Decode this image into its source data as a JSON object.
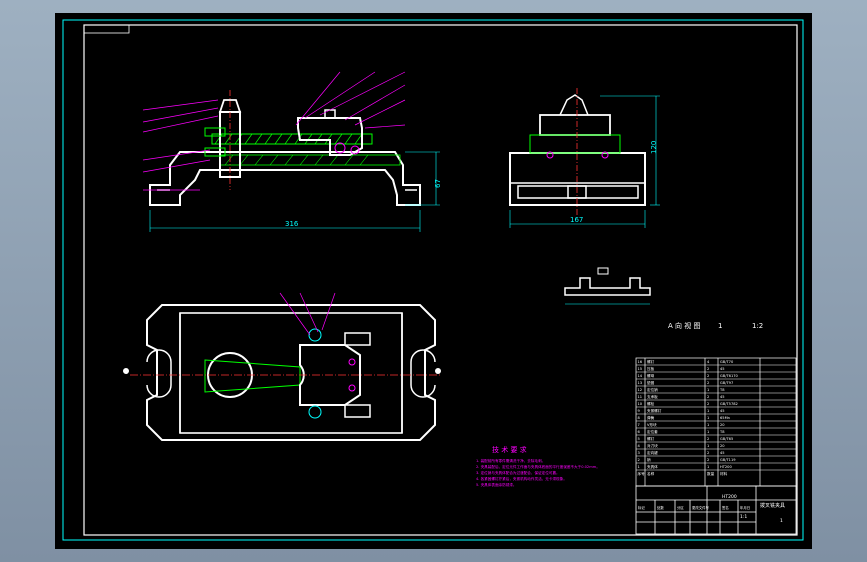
{
  "dimensions": {
    "main_width": "316",
    "main_height": "67",
    "side_width": "167",
    "side_height": "120"
  },
  "labels": {
    "view_label": "A 向 视 图",
    "view_label_2": "1",
    "scale_label": "1:2"
  },
  "tech": {
    "title": "技 术 要 求",
    "lines": [
      "1. 装配前所有零件需清洗干净，去除毛刺。",
      "2. 夹具装配后，定位元件工作面与夹具体底面的平行度误差不大于0.02mm。",
      "3. 定位销与夹具体配合为过渡配合，保证定位可靠。",
      "4. 各紧固螺钉拧紧后，夹紧机构动作灵活，无卡滞现象。",
      "5. 夹具体表面涂防锈漆。"
    ]
  },
  "title_block": {
    "drawing_name": "拨叉铣夹具",
    "material": "HT200",
    "scale": "1:1",
    "sheet": "1",
    "cells": [
      "标记",
      "处数",
      "分区",
      "更改文件号",
      "签名",
      "年月日"
    ]
  },
  "bom": {
    "rows": [
      [
        "16",
        "螺钉",
        "4",
        "GB/T70"
      ],
      [
        "15",
        "压板",
        "2",
        "45"
      ],
      [
        "14",
        "螺母",
        "2",
        "GB/T6170"
      ],
      [
        "13",
        "垫圈",
        "2",
        "GB/T97"
      ],
      [
        "12",
        "定位销",
        "1",
        "T8"
      ],
      [
        "11",
        "支承板",
        "2",
        "45"
      ],
      [
        "10",
        "螺栓",
        "2",
        "GB/T5782"
      ],
      [
        "9",
        "夹紧螺钉",
        "1",
        "45"
      ],
      [
        "8",
        "弹簧",
        "1",
        "65Mn"
      ],
      [
        "7",
        "V形块",
        "1",
        "20"
      ],
      [
        "6",
        "定位套",
        "1",
        "T8"
      ],
      [
        "5",
        "螺钉",
        "2",
        "GB/T65"
      ],
      [
        "4",
        "对刀块",
        "1",
        "20"
      ],
      [
        "3",
        "定向键",
        "2",
        "45"
      ],
      [
        "2",
        "销",
        "2",
        "GB/T119"
      ],
      [
        "1",
        "夹具体",
        "1",
        "HT200"
      ]
    ],
    "header": [
      "序号",
      "名称",
      "数量",
      "材料"
    ]
  }
}
